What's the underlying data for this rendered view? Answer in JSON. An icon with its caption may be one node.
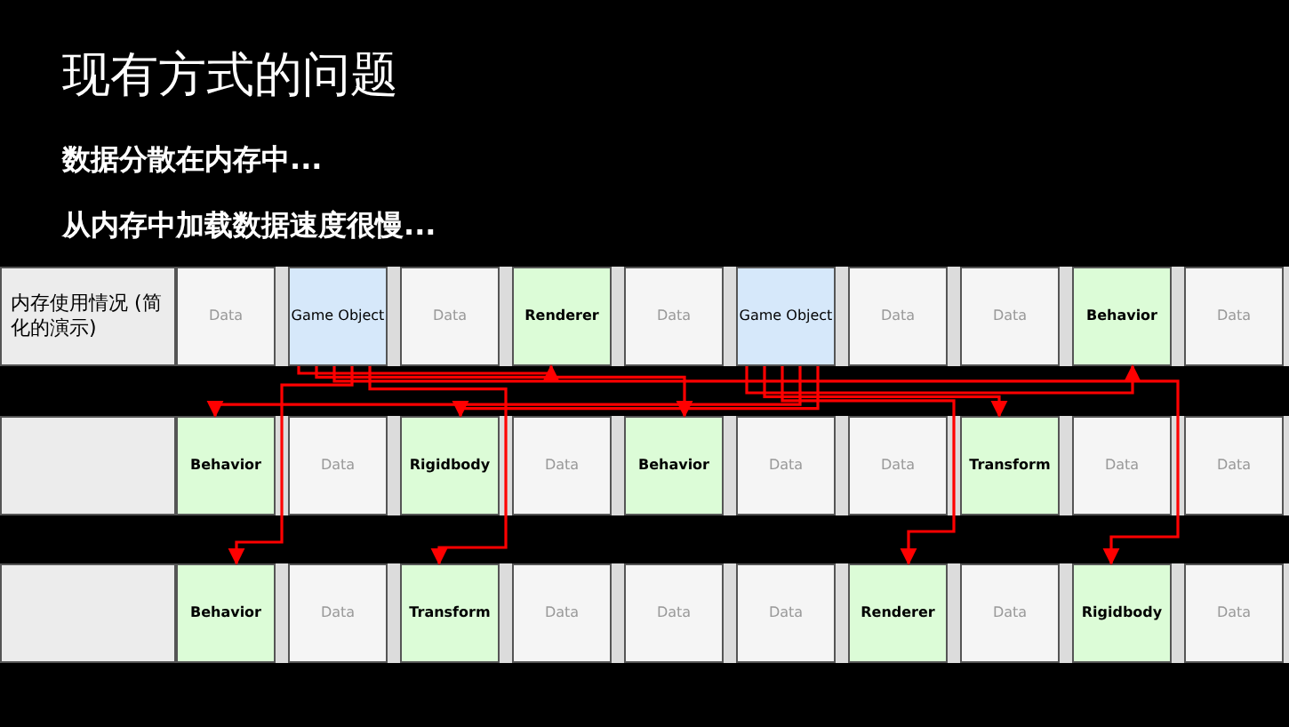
{
  "diagram": {
    "title": "现有方式的问题",
    "nodes": [
      {
        "text": [
          "内存使用情况 (简化的演示)"
        ]
      },
      {
        "text": [
          "Data"
        ]
      },
      {
        "text": [
          "Game Object"
        ]
      },
      {
        "text": [
          "Data"
        ]
      },
      {
        "text": [
          "Renderer"
        ]
      },
      {
        "text": [
          "Data"
        ]
      },
      {
        "text": [
          "Game Object"
        ]
      },
      {
        "text": [
          "Data"
        ]
      },
      {
        "text": [
          "Data"
        ]
      },
      {
        "text": [
          "Behavior"
        ]
      },
      {
        "text": [
          "Data"
        ]
      },
      {
        "text": [],
        "shape": "box"
      },
      {
        "text": [
          "Behavior"
        ]
      },
      {
        "text": [
          "Data"
        ]
      },
      {
        "text": [
          "Rigidbody"
        ]
      },
      {
        "text": [
          "Data"
        ]
      },
      {
        "text": [
          "Behavior"
        ]
      },
      {
        "text": [
          "Data"
        ]
      },
      {
        "text": [
          "Data"
        ]
      },
      {
        "text": [
          "Transform"
        ]
      },
      {
        "text": [
          "Data"
        ]
      },
      {
        "text": [
          "Data"
        ]
      },
      {
        "text": [],
        "shape": "box"
      },
      {
        "text": [
          "Behavior"
        ]
      },
      {
        "text": [
          "Data"
        ]
      },
      {
        "text": [
          "Transform"
        ]
      },
      {
        "text": [
          "Data"
        ]
      },
      {
        "text": [
          "Data"
        ]
      },
      {
        "text": [
          "Data"
        ]
      },
      {
        "text": [
          "Renderer"
        ]
      },
      {
        "text": [
          "Data"
        ]
      },
      {
        "text": [
          "Rigidbody"
        ]
      },
      {
        "text": [
          "Data"
        ]
      }
    ],
    "edges": [
      {
        "from": 2,
        "to": 4,
        "arrow": "to"
      },
      {
        "from": 2,
        "to": 16,
        "arrow": "to"
      },
      {
        "from": 2,
        "to": 31,
        "arrow": "to"
      },
      {
        "from": 2,
        "to": 23,
        "arrow": "to"
      },
      {
        "from": 2,
        "to": 25,
        "arrow": "to"
      },
      {
        "from": 6,
        "to": 9,
        "arrow": "to"
      },
      {
        "from": 6,
        "to": 19,
        "arrow": "to"
      },
      {
        "from": 6,
        "to": 29,
        "arrow": "to"
      },
      {
        "from": 6,
        "to": 12,
        "arrow": "to"
      },
      {
        "from": 6,
        "to": 14,
        "arrow": "to"
      }
    ],
    "labels": [
      "数据分散在内存中...",
      "从内存中加载数据速度很慢..."
    ]
  }
}
